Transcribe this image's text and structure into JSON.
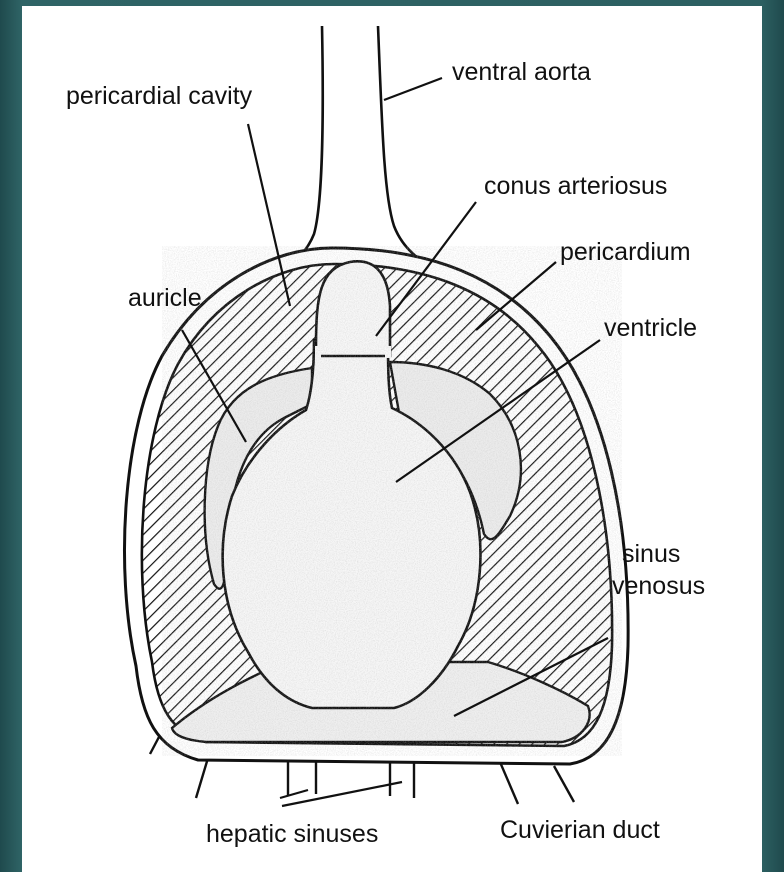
{
  "labels": {
    "pericardial_cavity": "pericardial cavity",
    "ventral_aorta": "ventral aorta",
    "conus_arteriosus": "conus arteriosus",
    "pericardium": "pericardium",
    "auricle": "auricle",
    "ventricle": "ventricle",
    "sinus": "sinus",
    "venosus": "venosus",
    "hepatic_sinuses": "hepatic sinuses",
    "cuvierian_duct": "Cuvierian duct"
  },
  "colors": {
    "ink": "#111111",
    "paper": "#ffffff",
    "background": "#2b5c5e",
    "stipple": "#d8d8d8"
  }
}
